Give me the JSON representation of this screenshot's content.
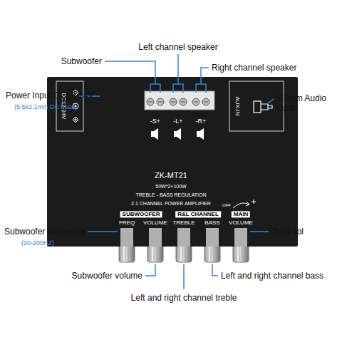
{
  "diagram": {
    "nodes": [
      {
        "text": [
          "DC12-24V",
          "AUX-IN",
          "-S+",
          "-L+",
          "-R+",
          "ZK-MT21",
          "50W*2+100W",
          "TREBLE - BASS REGULATION",
          "2.1 CHANNEL POWER AMPLIFIER",
          "SUBWOOFER",
          "R&L CHANNEL",
          "MAIN",
          "OFF",
          "FREQ",
          "VOLUME",
          "TREBLE",
          "BASS",
          "VOLUME"
        ]
      }
    ],
    "labels": [
      "Left channel speaker",
      "Subwoofer",
      "Right channel speaker",
      "Power Input DC12-24V",
      "(5.5x2.1mm DC head)",
      "3.5mm Audio Input",
      "Subwoofer frequency",
      "(20-200HZ)",
      "Total vol",
      "Subwoofer volume",
      "Left and right channel bass",
      "Left and right channel treble"
    ]
  }
}
